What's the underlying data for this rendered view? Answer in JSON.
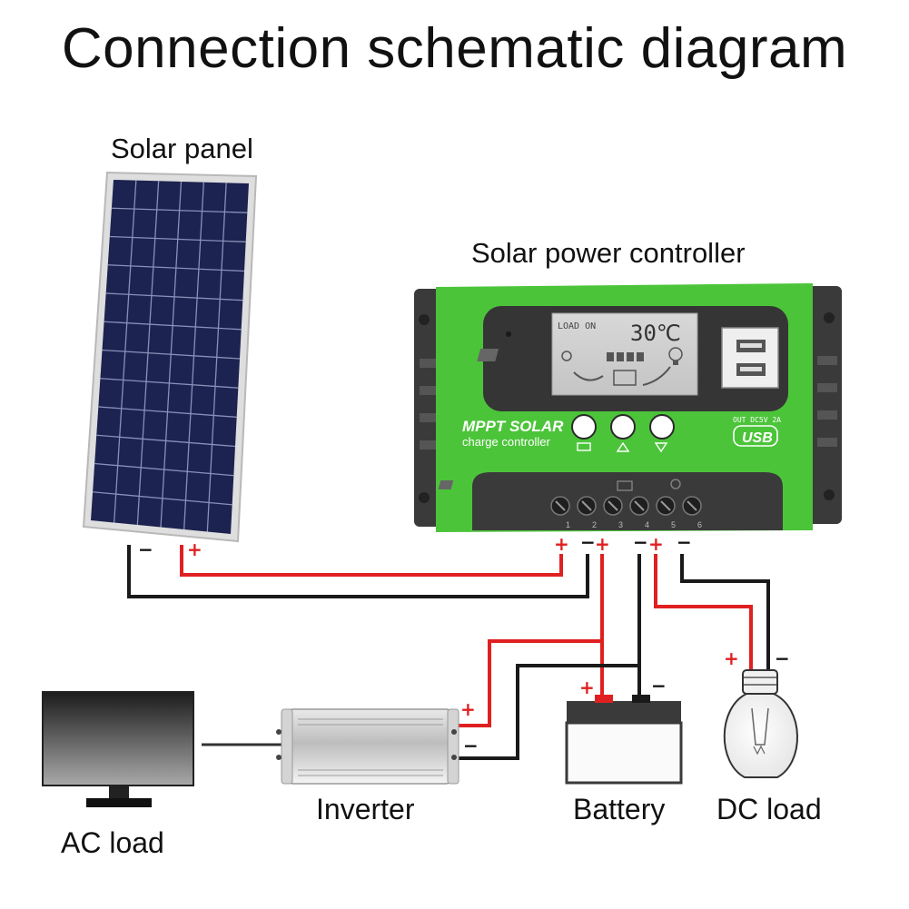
{
  "title": "Connection schematic diagram",
  "labels": {
    "solar_panel": "Solar panel",
    "controller": "Solar power controller",
    "inverter": "Inverter",
    "battery": "Battery",
    "dc_load": "DC load",
    "ac_load": "AC load"
  },
  "controller": {
    "brand_line1": "MPPT SOLAR",
    "brand_line2": "charge controller",
    "lcd_status": "LOAD ON",
    "lcd_temp": "30℃",
    "usb_output": "OUT DC5V 2A",
    "usb_logo": "USB",
    "terminal_numbers": [
      "1",
      "2",
      "3",
      "4",
      "5",
      "6"
    ]
  },
  "polarity": {
    "plus": "+",
    "minus": "−"
  },
  "colors": {
    "positive_wire": "#e02020",
    "negative_wire": "#1a1a1a",
    "controller_green": "#4cc43a",
    "controller_dark": "#3a3a3a",
    "panel_cell": "#1c2350"
  }
}
